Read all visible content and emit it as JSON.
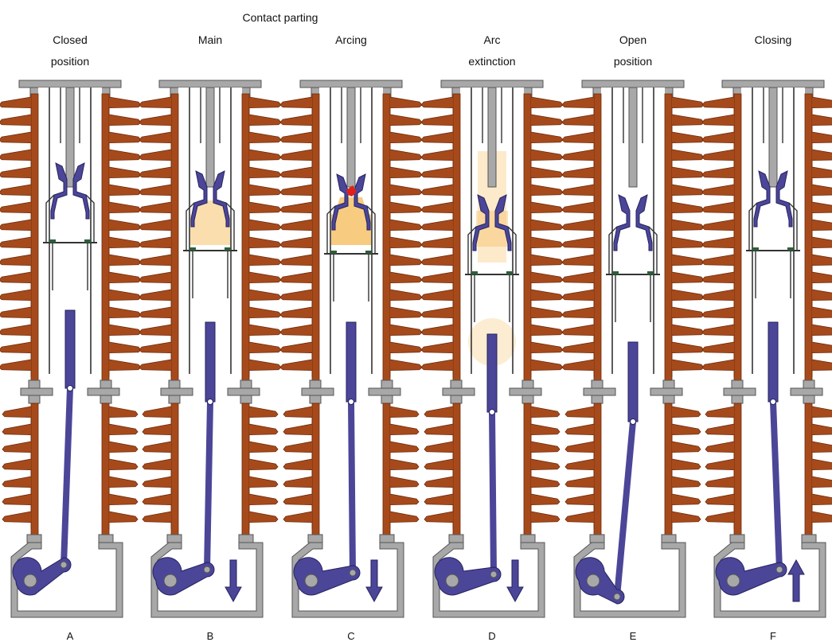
{
  "group_label": "Contact parting",
  "stages": [
    {
      "id": "A",
      "title": [
        "Closed",
        "position"
      ],
      "letter": "A",
      "state": "closed",
      "arrow": "none",
      "glow": "none",
      "rod": "closed"
    },
    {
      "id": "B",
      "title": [
        "Main"
      ],
      "letter": "B",
      "state": "main",
      "arrow": "down",
      "glow": "lower",
      "rod": "mid"
    },
    {
      "id": "C",
      "title": [
        "Arcing"
      ],
      "letter": "C",
      "state": "arcing",
      "arrow": "down",
      "glow": "lower-strong",
      "rod": "mid"
    },
    {
      "id": "D",
      "title": [
        "Arc",
        "extinction"
      ],
      "letter": "D",
      "state": "extinction",
      "arrow": "down",
      "glow": "column",
      "rod": "low"
    },
    {
      "id": "E",
      "title": [
        "Open",
        "position"
      ],
      "letter": "E",
      "state": "open",
      "arrow": "none",
      "glow": "none",
      "rod": "open"
    },
    {
      "id": "F",
      "title": [
        "Closing"
      ],
      "letter": "F",
      "state": "closing",
      "arrow": "up",
      "glow": "none",
      "rod": "mid"
    }
  ],
  "colors": {
    "porcelain": "#a64a1c",
    "porcelain_edge": "#6e2a0a",
    "metal": "#a8a8a8",
    "metal_edge": "#555555",
    "mechanism": "#4b4698",
    "mechanism_edge": "#26225e",
    "gas_glow": "#f6c26a",
    "arc": "#e0201a",
    "nozzle_green": "#2e5e3a",
    "text": "#111111"
  }
}
